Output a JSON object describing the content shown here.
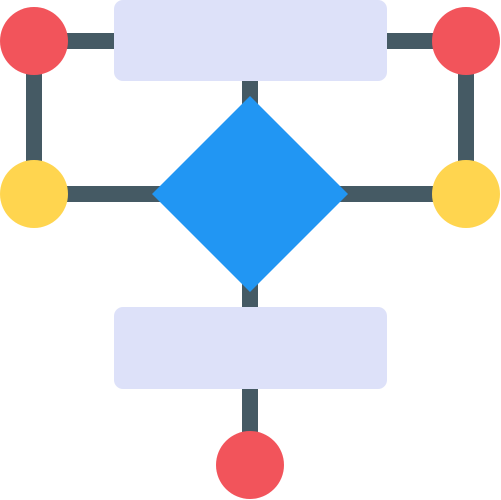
{
  "colors": {
    "connector": "#455A64",
    "process_box": "#DDE1F9",
    "decision": "#2196F3",
    "terminal_red": "#F2545B",
    "node_yellow": "#FFD54F"
  },
  "icons": {
    "top_box": "process-box",
    "decision": "decision-diamond",
    "bottom_box": "process-box",
    "circles": [
      "terminal-red",
      "terminal-red",
      "node-yellow",
      "node-yellow",
      "terminal-red"
    ]
  }
}
